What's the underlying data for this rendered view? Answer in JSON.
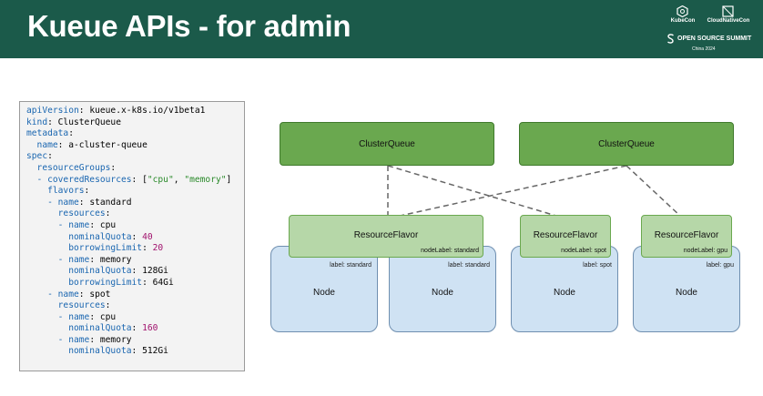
{
  "header": {
    "title": "Kueue APIs - for admin",
    "logos": {
      "kubecon": "KubeCon",
      "cloudnativecon": "CloudNativeCon",
      "open_source_summit": "OPEN SOURCE SUMMIT",
      "region": "China 2024"
    },
    "bg_color": "#1b5a4a"
  },
  "code": {
    "lines": [
      [
        {
          "t": "apiVersion",
          "c": "k"
        },
        {
          "t": ": kueue.x-k8s.io/v1beta1",
          "c": "p"
        }
      ],
      [
        {
          "t": "kind",
          "c": "k"
        },
        {
          "t": ": ClusterQueue",
          "c": "p"
        }
      ],
      [
        {
          "t": "metadata",
          "c": "k"
        },
        {
          "t": ":",
          "c": "p"
        }
      ],
      [
        {
          "t": "  name",
          "c": "k"
        },
        {
          "t": ": a-cluster-queue",
          "c": "p"
        }
      ],
      [
        {
          "t": "spec",
          "c": "k"
        },
        {
          "t": ":",
          "c": "p"
        }
      ],
      [
        {
          "t": "  resourceGroups",
          "c": "k"
        },
        {
          "t": ":",
          "c": "p"
        }
      ],
      [
        {
          "t": "  - coveredResources",
          "c": "k"
        },
        {
          "t": ": [",
          "c": "p"
        },
        {
          "t": "\"cpu\"",
          "c": "s"
        },
        {
          "t": ", ",
          "c": "p"
        },
        {
          "t": "\"memory\"",
          "c": "s"
        },
        {
          "t": "]",
          "c": "p"
        }
      ],
      [
        {
          "t": "    flavors",
          "c": "k"
        },
        {
          "t": ":",
          "c": "p"
        }
      ],
      [
        {
          "t": "    - name",
          "c": "k"
        },
        {
          "t": ": standard",
          "c": "p"
        }
      ],
      [
        {
          "t": "      resources",
          "c": "k"
        },
        {
          "t": ":",
          "c": "p"
        }
      ],
      [
        {
          "t": "      - name",
          "c": "k"
        },
        {
          "t": ": cpu",
          "c": "p"
        }
      ],
      [
        {
          "t": "        nominalQuota",
          "c": "k"
        },
        {
          "t": ": ",
          "c": "p"
        },
        {
          "t": "40",
          "c": "n"
        }
      ],
      [
        {
          "t": "        borrowingLimit",
          "c": "k"
        },
        {
          "t": ": ",
          "c": "p"
        },
        {
          "t": "20",
          "c": "n"
        }
      ],
      [
        {
          "t": "      - name",
          "c": "k"
        },
        {
          "t": ": memory",
          "c": "p"
        }
      ],
      [
        {
          "t": "        nominalQuota",
          "c": "k"
        },
        {
          "t": ": 128Gi",
          "c": "p"
        }
      ],
      [
        {
          "t": "        borrowingLimit",
          "c": "k"
        },
        {
          "t": ": 64Gi",
          "c": "p"
        }
      ],
      [
        {
          "t": "    - name",
          "c": "k"
        },
        {
          "t": ": spot",
          "c": "p"
        }
      ],
      [
        {
          "t": "      resources",
          "c": "k"
        },
        {
          "t": ":",
          "c": "p"
        }
      ],
      [
        {
          "t": "      - name",
          "c": "k"
        },
        {
          "t": ": cpu",
          "c": "p"
        }
      ],
      [
        {
          "t": "        nominalQuota",
          "c": "k"
        },
        {
          "t": ": ",
          "c": "p"
        },
        {
          "t": "160",
          "c": "n"
        }
      ],
      [
        {
          "t": "      - name",
          "c": "k"
        },
        {
          "t": ": memory",
          "c": "p"
        }
      ],
      [
        {
          "t": "        nominalQuota",
          "c": "k"
        },
        {
          "t": ": 512Gi",
          "c": "p"
        }
      ]
    ]
  },
  "diagram": {
    "cluster_queues": [
      "ClusterQueue",
      "ClusterQueue"
    ],
    "resource_flavors": [
      {
        "title": "ResourceFlavor",
        "node_label": "nodeLabel: standard"
      },
      {
        "title": "ResourceFlavor",
        "node_label": "nodeLabel: spot"
      },
      {
        "title": "ResourceFlavor",
        "node_label": "nodeLabel: gpu"
      }
    ],
    "nodes": [
      {
        "title": "Node",
        "label": "label: standard"
      },
      {
        "title": "Node",
        "label": "label: standard"
      },
      {
        "title": "Node",
        "label": "label: spot"
      },
      {
        "title": "Node",
        "label": "label: gpu"
      }
    ]
  }
}
